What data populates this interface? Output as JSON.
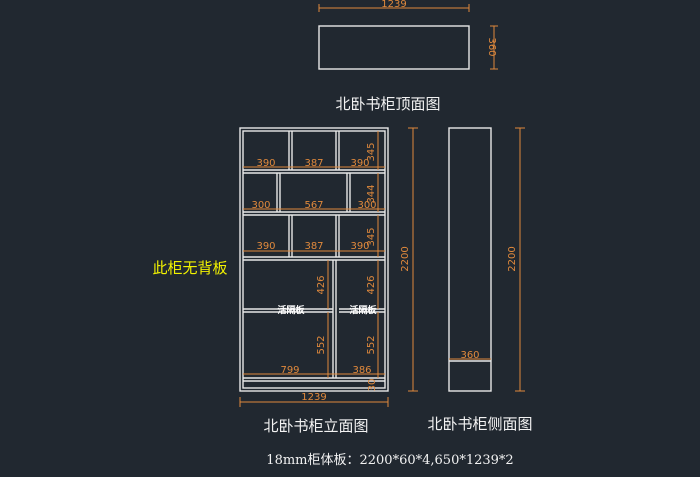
{
  "top_view": {
    "width_dim": "1239",
    "depth_dim": "360",
    "title": "北卧书柜顶面图"
  },
  "front_view": {
    "title": "北卧书柜立面图",
    "row1": [
      "390",
      "387"
    ],
    "row1_h": "345",
    "row2": [
      "300",
      "567",
      "300"
    ],
    "row2_h": "344",
    "row3": [
      "390",
      "387"
    ],
    "row3_h": "345",
    "lower_h_upper": "426",
    "lower_h_upper_right": "426",
    "lower_h": "552",
    "lower_h_right": "552",
    "shelf_left": "活隔板",
    "shelf_right": "活隔板",
    "bottom_left": "799",
    "bottom_right": "386",
    "plinth": "30",
    "height_dim": "2200",
    "width_dim": "1239",
    "note": "此柜无背板"
  },
  "side_view": {
    "title": "北卧书柜侧面图",
    "height_dim": "2200",
    "depth_dim": "360"
  },
  "spec": "18mm柜体板：2200*60*4,650*1239*2"
}
